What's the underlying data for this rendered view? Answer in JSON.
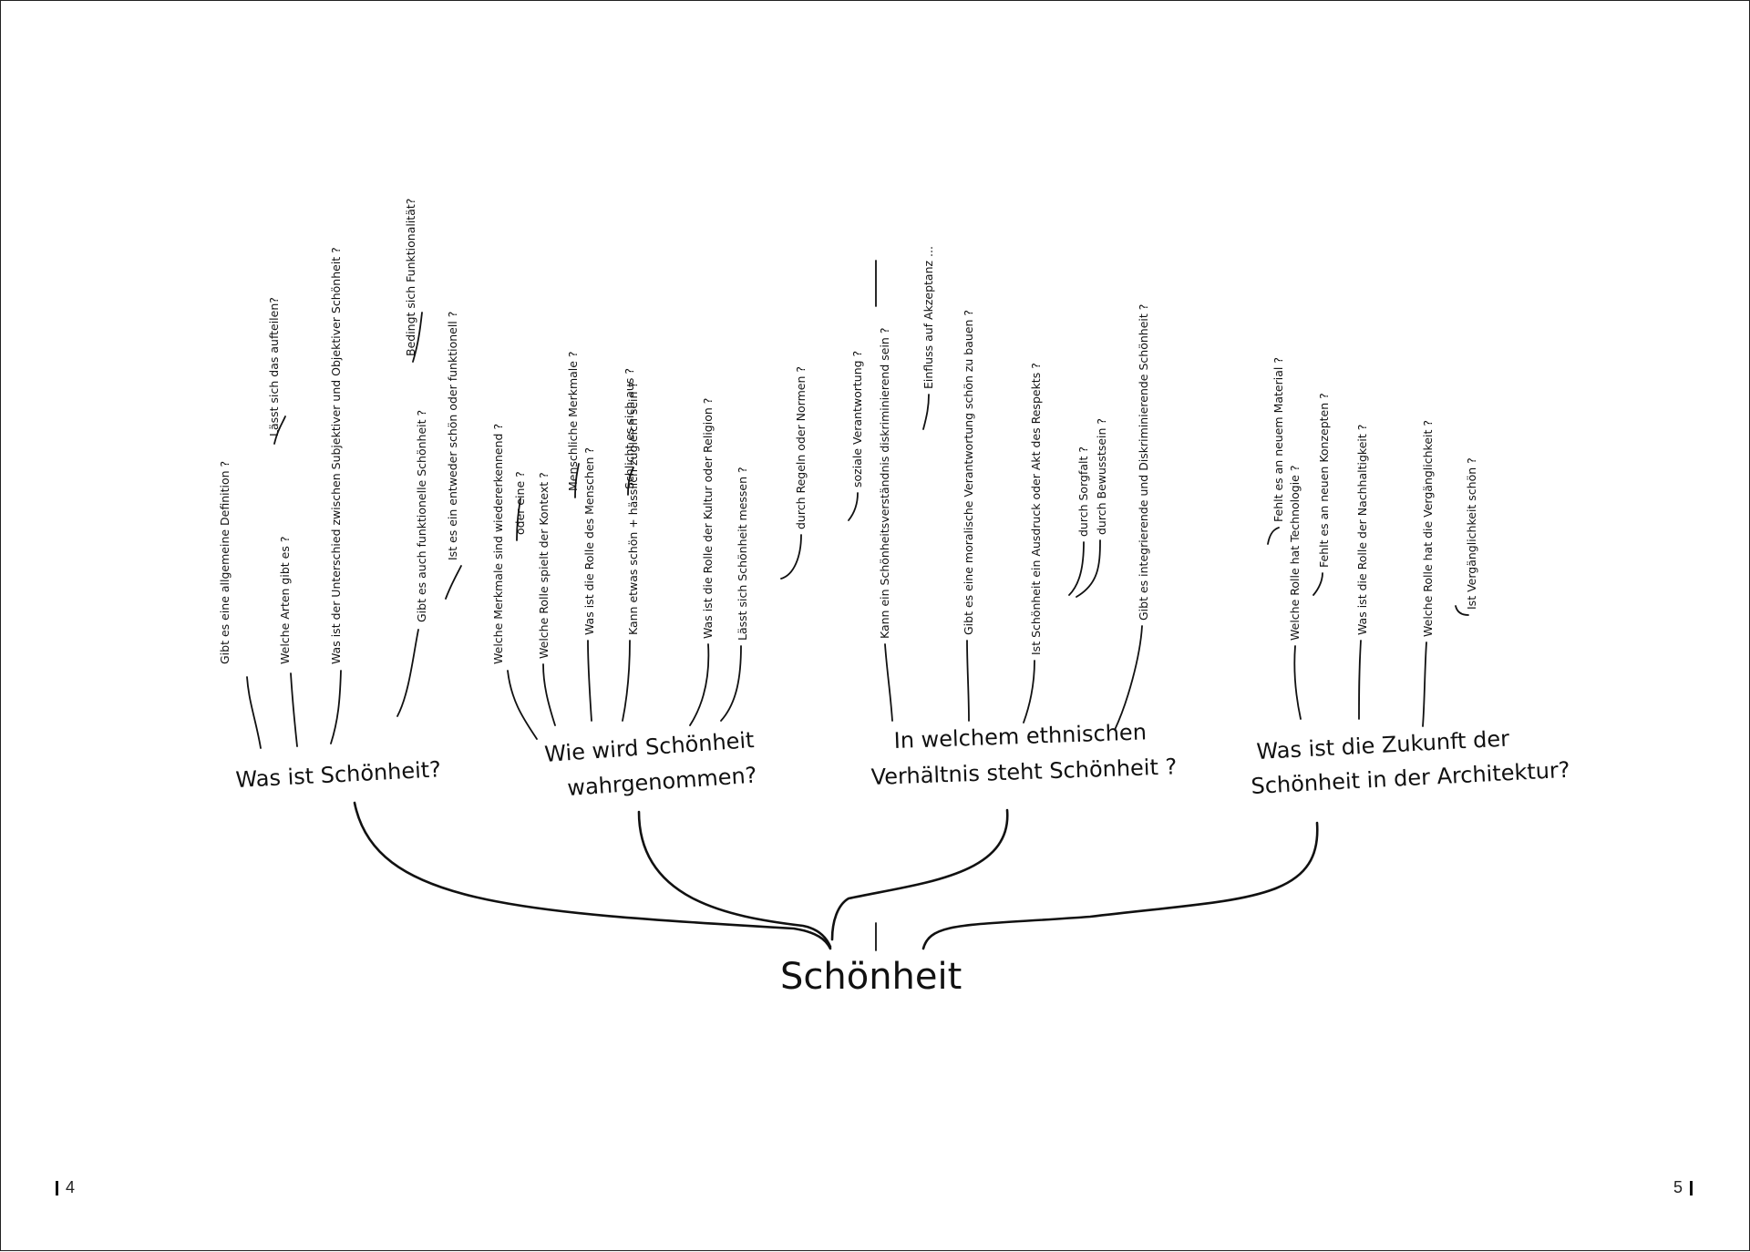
{
  "root": "Schönheit",
  "branches": [
    {
      "title_lines": [
        "Was ist Schönheit?"
      ],
      "questions": [
        "Gibt es eine allgemeine Definition ?",
        "Welche Arten gibt es ?",
        "Lässt sich das aufteilen?",
        "Was ist der Unterschied zwischen Subjektiver und Objektiver Schönheit ?",
        "Gibt es auch funktionelle Schönheit ?",
        "Bedingt sich Funktionalität?",
        "Ist es ein entweder schön oder funktionell ?"
      ]
    },
    {
      "title_lines": [
        "Wie wird Schönheit",
        "wahrgenommen?"
      ],
      "questions": [
        "Welche Merkmale sind wiedererkennend ?",
        "oder eine ?",
        "Welche Rolle spielt der Kontext ?",
        "Menschliche Merkmale ?",
        "Was ist die Rolle des Menschen ?",
        "Schlicht es sich aus ?",
        "Kann etwas schön + hässlich zugleich sein ?",
        "Was ist die Rolle der Kultur oder Religion ?",
        "Lässt sich Schönheit messen ?",
        "durch Regeln oder Normen ?"
      ]
    },
    {
      "title_lines": [
        "In welchem ethnischen",
        "Verhältnis steht Schönheit ?"
      ],
      "questions": [
        "soziale Verantwortung ?",
        "Kann ein Schönheitsverständnis diskriminierend sein ?",
        "Einfluss auf Akzeptanz ...",
        "Gibt es eine moralische Verantwortung schön zu bauen ?",
        "Ist Schönheit ein Ausdruck oder Akt des Respekts ?",
        "durch Sorgfalt ?",
        "durch Bewusstsein ?",
        "Gibt es integrierende und Diskriminierende Schönheit ?"
      ]
    },
    {
      "title_lines": [
        "Was ist die Zukunft der",
        "Schönheit in der Architektur?"
      ],
      "questions": [
        "Fehlt es an neuem Material ?",
        "Welche Rolle hat Technologie ?",
        "Fehlt es an neuen Konzepten ?",
        "Was ist die Rolle der Nachhaltigkeit ?",
        "Welche Rolle hat die Vergänglichkeit ?",
        "Ist Vergänglichkeit schön ?"
      ]
    }
  ],
  "page_numbers": {
    "left": "4",
    "right": "5"
  }
}
